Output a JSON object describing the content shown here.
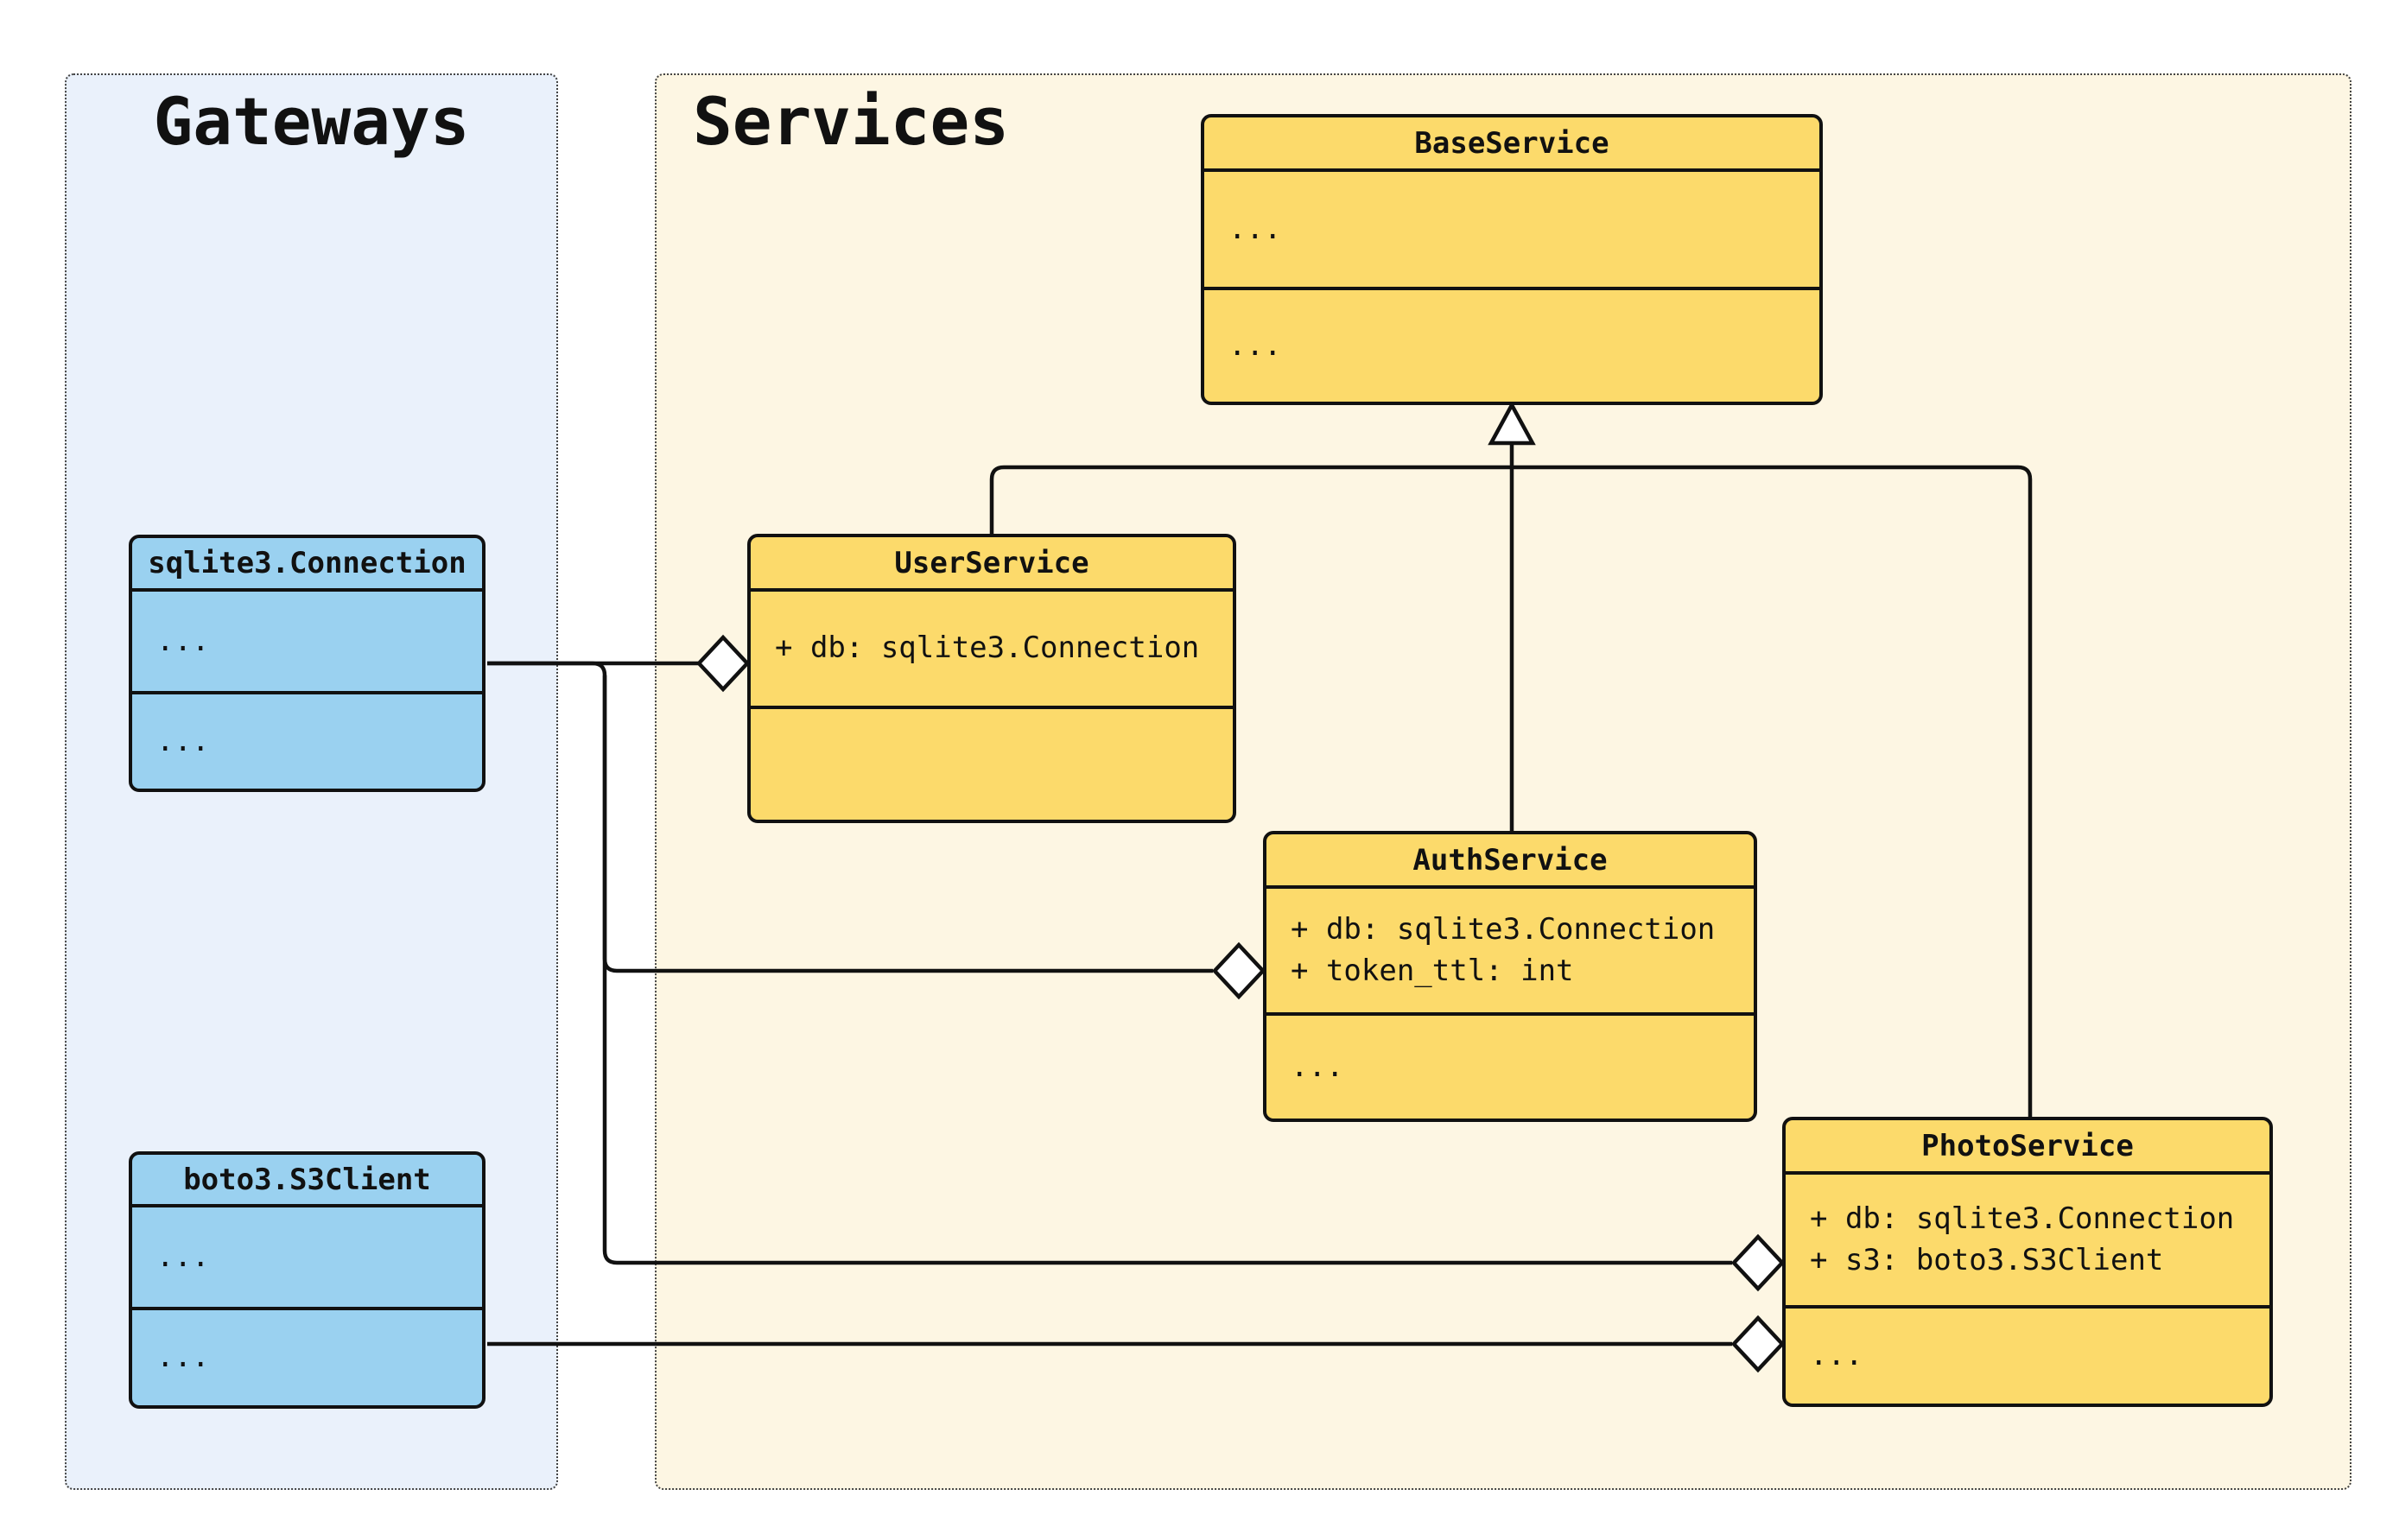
{
  "colors": {
    "canvas_bg": "#ffffff",
    "gateways_bg": "#eaf1fb",
    "services_bg": "#fdf6e3",
    "gateway_box_fill": "#9ad1f0",
    "service_box_fill": "#fcda6b",
    "line_color": "#111111"
  },
  "groups": {
    "gateways": {
      "title": "Gateways"
    },
    "services": {
      "title": "Services"
    }
  },
  "classes": {
    "base_service": {
      "name": "BaseService",
      "attributes": [
        "..."
      ],
      "methods": "..."
    },
    "user_service": {
      "name": "UserService",
      "attributes": [
        "+ db: sqlite3.Connection"
      ],
      "methods": ""
    },
    "auth_service": {
      "name": "AuthService",
      "attributes": [
        "+ db: sqlite3.Connection",
        "+ token_ttl: int"
      ],
      "methods": "..."
    },
    "photo_service": {
      "name": "PhotoService",
      "attributes": [
        "+ db: sqlite3.Connection",
        "+ s3: boto3.S3Client"
      ],
      "methods": "..."
    },
    "sqlite3_connection": {
      "name": "sqlite3.Connection",
      "attributes": [
        "..."
      ],
      "methods": "..."
    },
    "boto3_s3client": {
      "name": "boto3.S3Client",
      "attributes": [
        "..."
      ],
      "methods": "..."
    }
  },
  "relationships": [
    {
      "type": "inheritance",
      "from": "UserService",
      "to": "BaseService"
    },
    {
      "type": "inheritance",
      "from": "AuthService",
      "to": "BaseService"
    },
    {
      "type": "inheritance",
      "from": "PhotoService",
      "to": "BaseService"
    },
    {
      "type": "aggregation",
      "whole": "UserService",
      "part": "sqlite3.Connection"
    },
    {
      "type": "aggregation",
      "whole": "AuthService",
      "part": "sqlite3.Connection"
    },
    {
      "type": "aggregation",
      "whole": "PhotoService",
      "part": "sqlite3.Connection"
    },
    {
      "type": "aggregation",
      "whole": "PhotoService",
      "part": "boto3.S3Client"
    }
  ]
}
